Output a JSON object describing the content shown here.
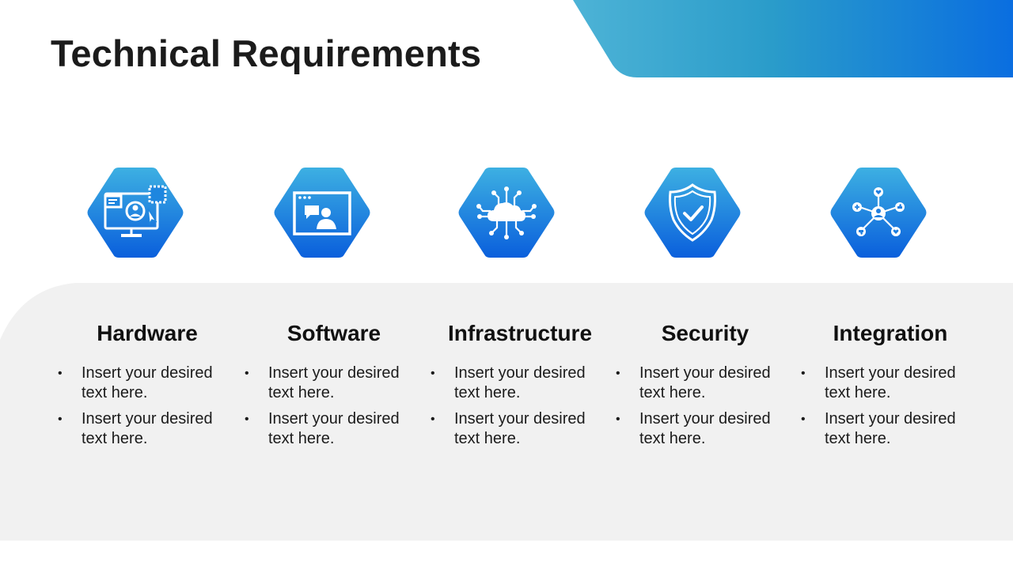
{
  "slide": {
    "title": "Technical Requirements",
    "banner_colors": [
      "#4db3d6",
      "#2a9cca",
      "#0a6ee0"
    ],
    "icon_gradient": [
      "#3db0e2",
      "#0a5fdc"
    ],
    "content_background": "#f1f1f1"
  },
  "columns": [
    {
      "title": "Hardware",
      "icon": "computer-user-icon",
      "bullets": [
        "Insert your desired text here.",
        "Insert your desired text here."
      ]
    },
    {
      "title": "Software",
      "icon": "app-window-chat-icon",
      "bullets": [
        "Insert your desired text here.",
        "Insert your desired text here."
      ]
    },
    {
      "title": "Infrastructure",
      "icon": "cloud-network-icon",
      "bullets": [
        "Insert your desired text here.",
        "Insert your desired text here."
      ]
    },
    {
      "title": "Security",
      "icon": "shield-check-icon",
      "bullets": [
        "Insert your desired text here.",
        "Insert your desired text here."
      ]
    },
    {
      "title": "Integration",
      "icon": "network-hub-icon",
      "bullets": [
        "Insert your desired text here.",
        "Insert your desired text here."
      ]
    }
  ]
}
